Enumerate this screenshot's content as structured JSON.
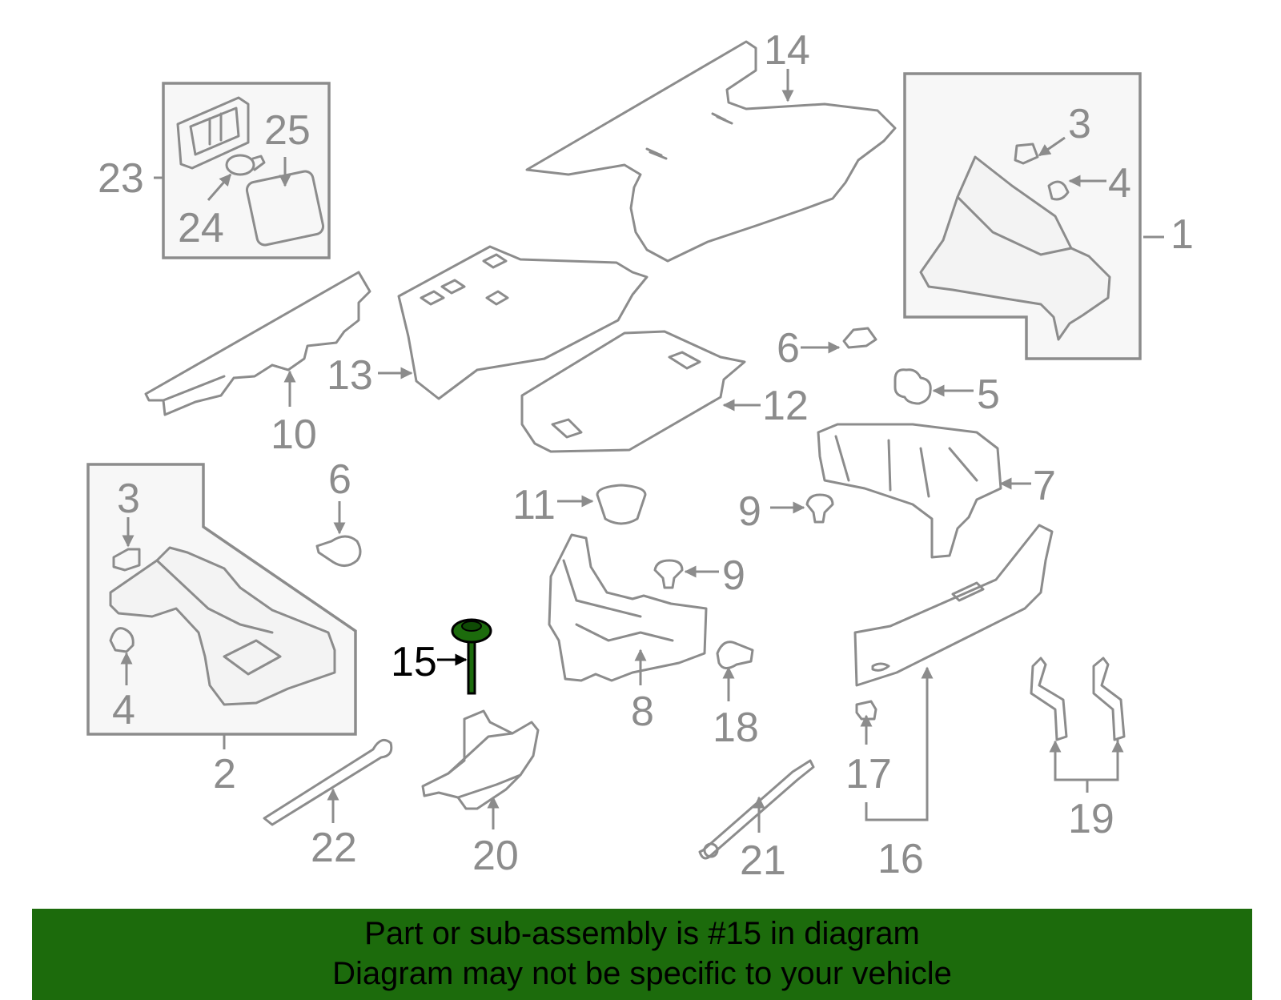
{
  "diagram": {
    "highlight_color": "#1c6b0c",
    "line_color": "#8c8c8c",
    "highlighted_part": "15",
    "callouts": {
      "c1": "1",
      "c2": "2",
      "c3a": "3",
      "c3b": "3",
      "c4a": "4",
      "c4b": "4",
      "c5": "5",
      "c6a": "6",
      "c6b": "6",
      "c7": "7",
      "c8": "8",
      "c9a": "9",
      "c9b": "9",
      "c10": "10",
      "c11": "11",
      "c12": "12",
      "c13": "13",
      "c14": "14",
      "c15": "15",
      "c16": "16",
      "c17": "17",
      "c18": "18",
      "c19": "19",
      "c20": "20",
      "c21": "21",
      "c22": "22",
      "c23": "23",
      "c24": "24",
      "c25": "25"
    }
  },
  "banner": {
    "line1": "Part or sub-assembly is #15 in diagram",
    "line2": "Diagram may not be specific to your vehicle"
  }
}
